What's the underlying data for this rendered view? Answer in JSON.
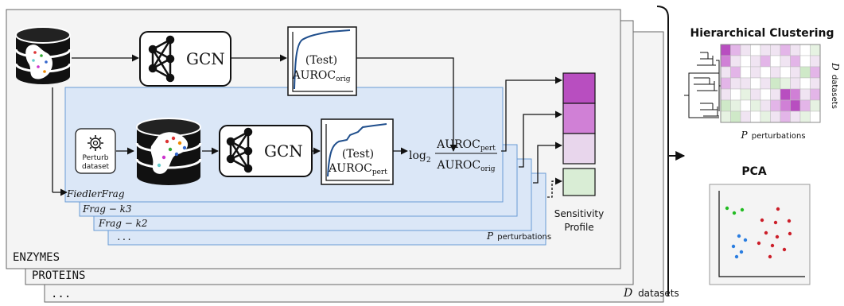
{
  "datasets": {
    "back_label": "...",
    "middle_label": "PROTEINS",
    "front_label": "ENZYMES",
    "count_label_var": "D",
    "count_label_text": "datasets"
  },
  "top_pipeline": {
    "model": "GCN",
    "eval_line1": "(Test)",
    "eval_line2_main": "AUROC",
    "eval_line2_sub": "orig"
  },
  "perturb_pipeline": {
    "perturb_line1": "Perturb",
    "perturb_line2": "dataset",
    "model": "GCN",
    "eval_line1": "(Test)",
    "eval_line2_main": "AUROC",
    "eval_line2_sub": "pert",
    "ratio_log": "log",
    "ratio_log_base": "2",
    "ratio_num_main": "AUROC",
    "ratio_num_sub": "pert",
    "ratio_den_main": "AUROC",
    "ratio_den_sub": "orig"
  },
  "perturbations": {
    "items": [
      "FiedlerFrag",
      "Frag − k3",
      "Frag − k2",
      "..."
    ],
    "count_label_var": "P",
    "count_label_text": "perturbations"
  },
  "sensitivity": {
    "label_line1": "Sensitivity",
    "label_line2": "Profile",
    "ellipsis": "...",
    "cell_colors": [
      "#b84ec0",
      "#d080d6",
      "#e8d6ec",
      "#d9edd5"
    ]
  },
  "hierarchical_clustering": {
    "title": "Hierarchical Clustering",
    "x_label_var": "P",
    "x_label_text": "perturbations",
    "y_label_var": "D",
    "y_label_text": "datasets"
  },
  "pca": {
    "title": "PCA",
    "colors": {
      "green": "#22bb22",
      "blue": "#2a7de0",
      "red": "#cc1f2a"
    }
  }
}
